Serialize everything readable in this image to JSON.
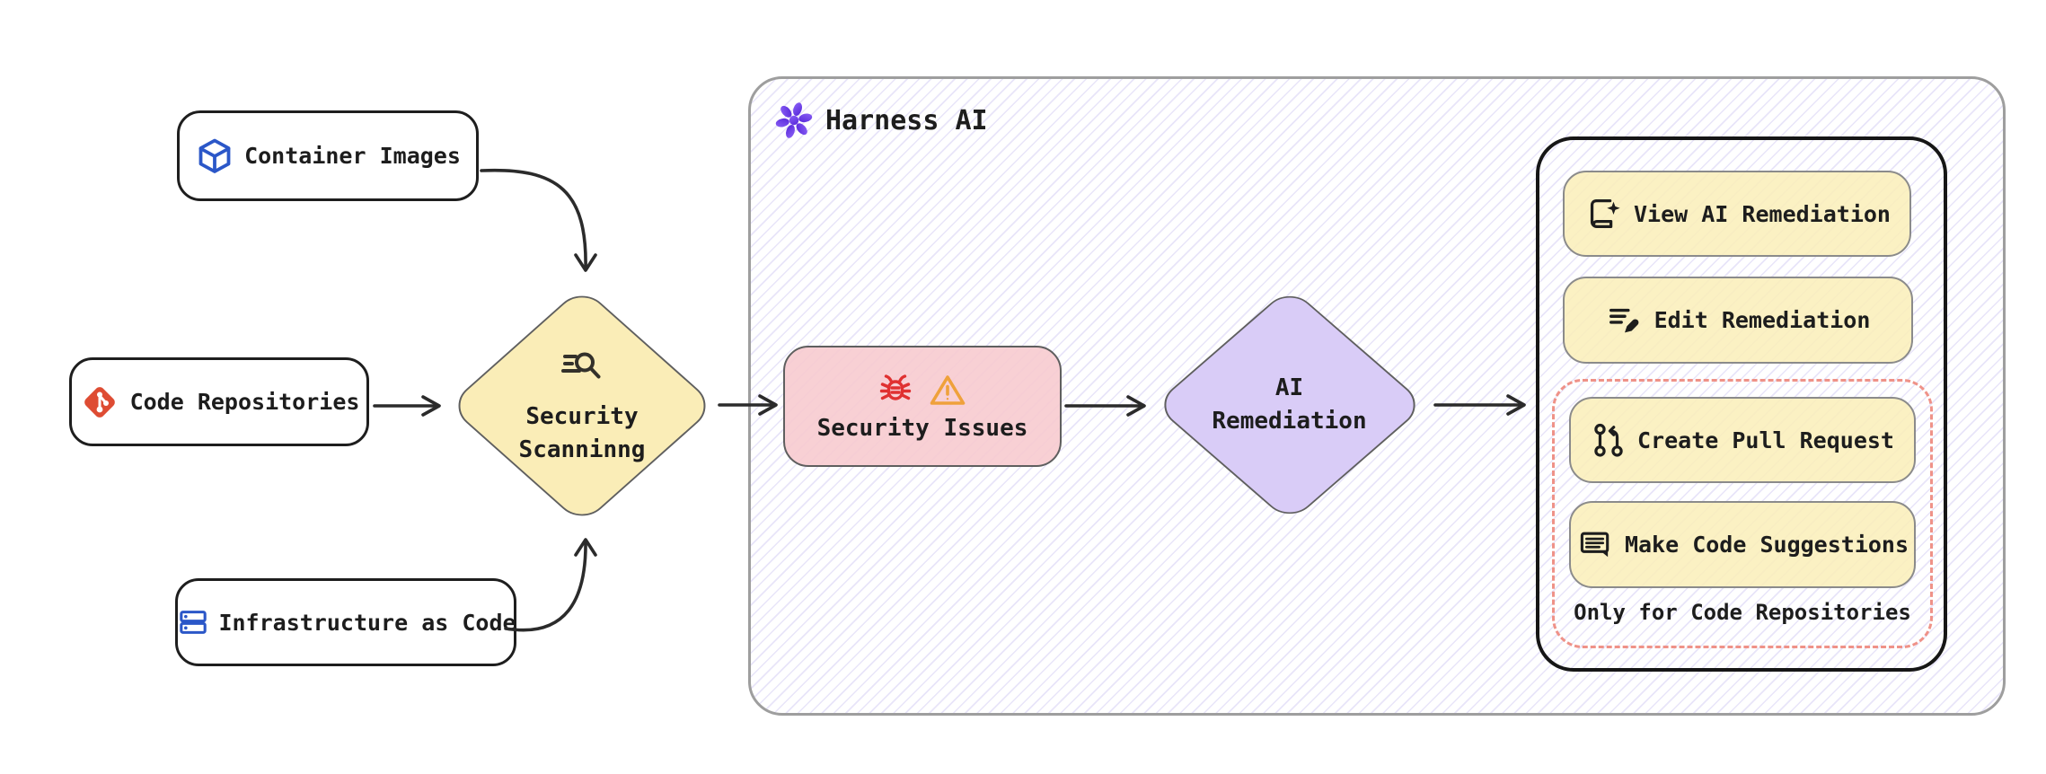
{
  "sources": {
    "container_images": {
      "label": "Container Images",
      "icon": "cube-icon"
    },
    "code_repositories": {
      "label": "Code Repositories",
      "icon": "git-icon"
    },
    "infrastructure_as_code": {
      "label": "Infrastructure as Code",
      "icon": "server-stack-icon"
    }
  },
  "security_scanning": {
    "line1": "Security",
    "line2": "Scanninng",
    "icon": "scan-search-icon"
  },
  "harness": {
    "title": "Harness AI",
    "icon": "harness-ai-icon"
  },
  "security_issues": {
    "label": "Security Issues",
    "icons": [
      "bug-icon",
      "warning-icon"
    ]
  },
  "ai_remediation": {
    "line1": "AI",
    "line2": "Remediation"
  },
  "actions": {
    "view": {
      "label": "View AI Remediation",
      "icon": "view-remediation-icon"
    },
    "edit": {
      "label": "Edit Remediation",
      "icon": "edit-remediation-icon"
    },
    "create_pr": {
      "label": "Create Pull Request",
      "icon": "pull-request-icon"
    },
    "make_suggestions": {
      "label": "Make Code Suggestions",
      "icon": "code-suggestions-icon"
    }
  },
  "notes": {
    "repo_only": "Only for Code Repositories"
  },
  "colors": {
    "node_yellow": "#faedb7",
    "button_yellow": "#faeeb9",
    "issue_pink": "#f7c9ce",
    "remediation_purple": "#d9ccf7",
    "dashed_red": "#ef9288",
    "hatch_lavender": "#d9d3f4",
    "ink": "#1d1d1d",
    "shape_border_gray": "#5f5f5f",
    "container_border_gray": "#9e9e9e",
    "blue_icon": "#2b57c8",
    "git_orange": "#de4c33",
    "bug_red": "#e03131",
    "warning_orange": "#efa13b",
    "harness_purple": "#6a39ee"
  }
}
